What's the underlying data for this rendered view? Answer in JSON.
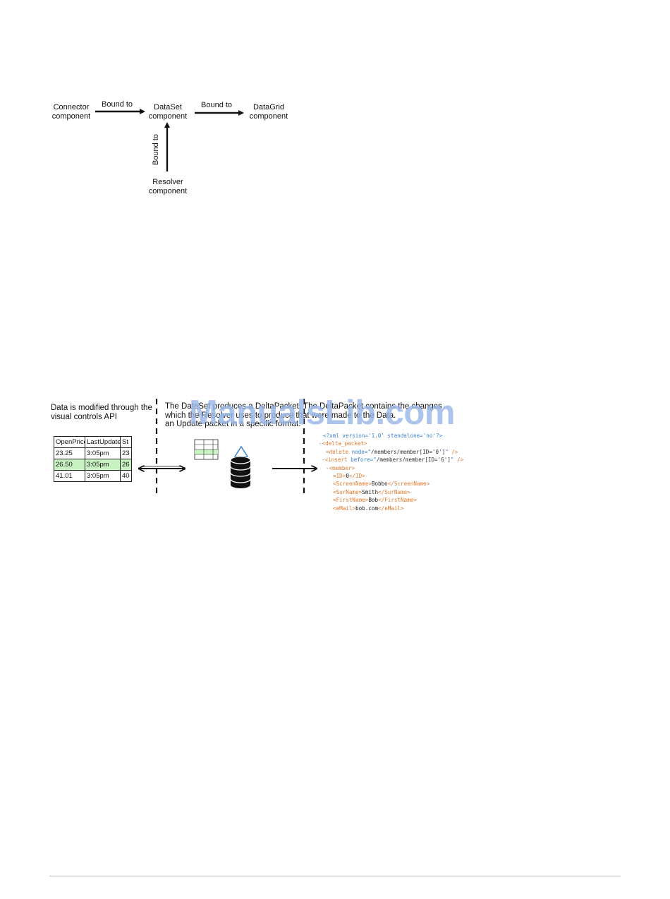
{
  "diagram1": {
    "nodes": {
      "connector": "Connector\ncomponent",
      "dataset": "DataSet\ncomponent",
      "datagrid": "DataGrid\ncomponent",
      "resolver": "Resolver\ncomponent"
    },
    "edges": {
      "connector_to_dataset": "Bound to",
      "dataset_to_datagrid": "Bound to",
      "resolver_to_dataset": "Bound to"
    }
  },
  "watermark": "ManualsLib.com",
  "diagram2": {
    "left_caption": "Data is modified through the\nvisual controls API",
    "middle_caption": "The DataSet produces a DeltaPacket. The DeltaPacket contains the changes\nwhich the Resolver uses to produce that were made to the Data.\nan Update packet in a specific format.",
    "table": {
      "headers": [
        "OpenPrice",
        "LastUpdate",
        "St"
      ],
      "rows": [
        [
          "23.25",
          "3:05pm",
          "23"
        ],
        [
          "26.50",
          "3:05pm",
          "26"
        ],
        [
          "41.01",
          "3:05pm",
          "40"
        ]
      ],
      "highlighted_row": 1
    },
    "xml": {
      "pi": "<?xml version='1.0' standalone='no'?>",
      "root_open": "<delta_packet>",
      "delete_tag": "delete",
      "delete_attr": "node",
      "delete_val": "/members/member[ID='0']",
      "insert_tag": "insert",
      "insert_attr": "before",
      "insert_val": "/members/member[ID='6']",
      "member_tag": "member",
      "id_tag": "ID",
      "id_val": "0",
      "screen_tag": "ScreenName",
      "screen_val": "Bobbo",
      "sur_tag": "SurName",
      "sur_val": "Smith",
      "first_tag": "FirstName",
      "first_val": "Bob",
      "email_tag": "eMail",
      "email_val": "bob.com"
    }
  },
  "colors": {
    "watermark": "#9ab8e8",
    "row_highlight": "#c9f2c3",
    "xml_tag": "#e07a2e",
    "xml_attr": "#3b82c8"
  }
}
